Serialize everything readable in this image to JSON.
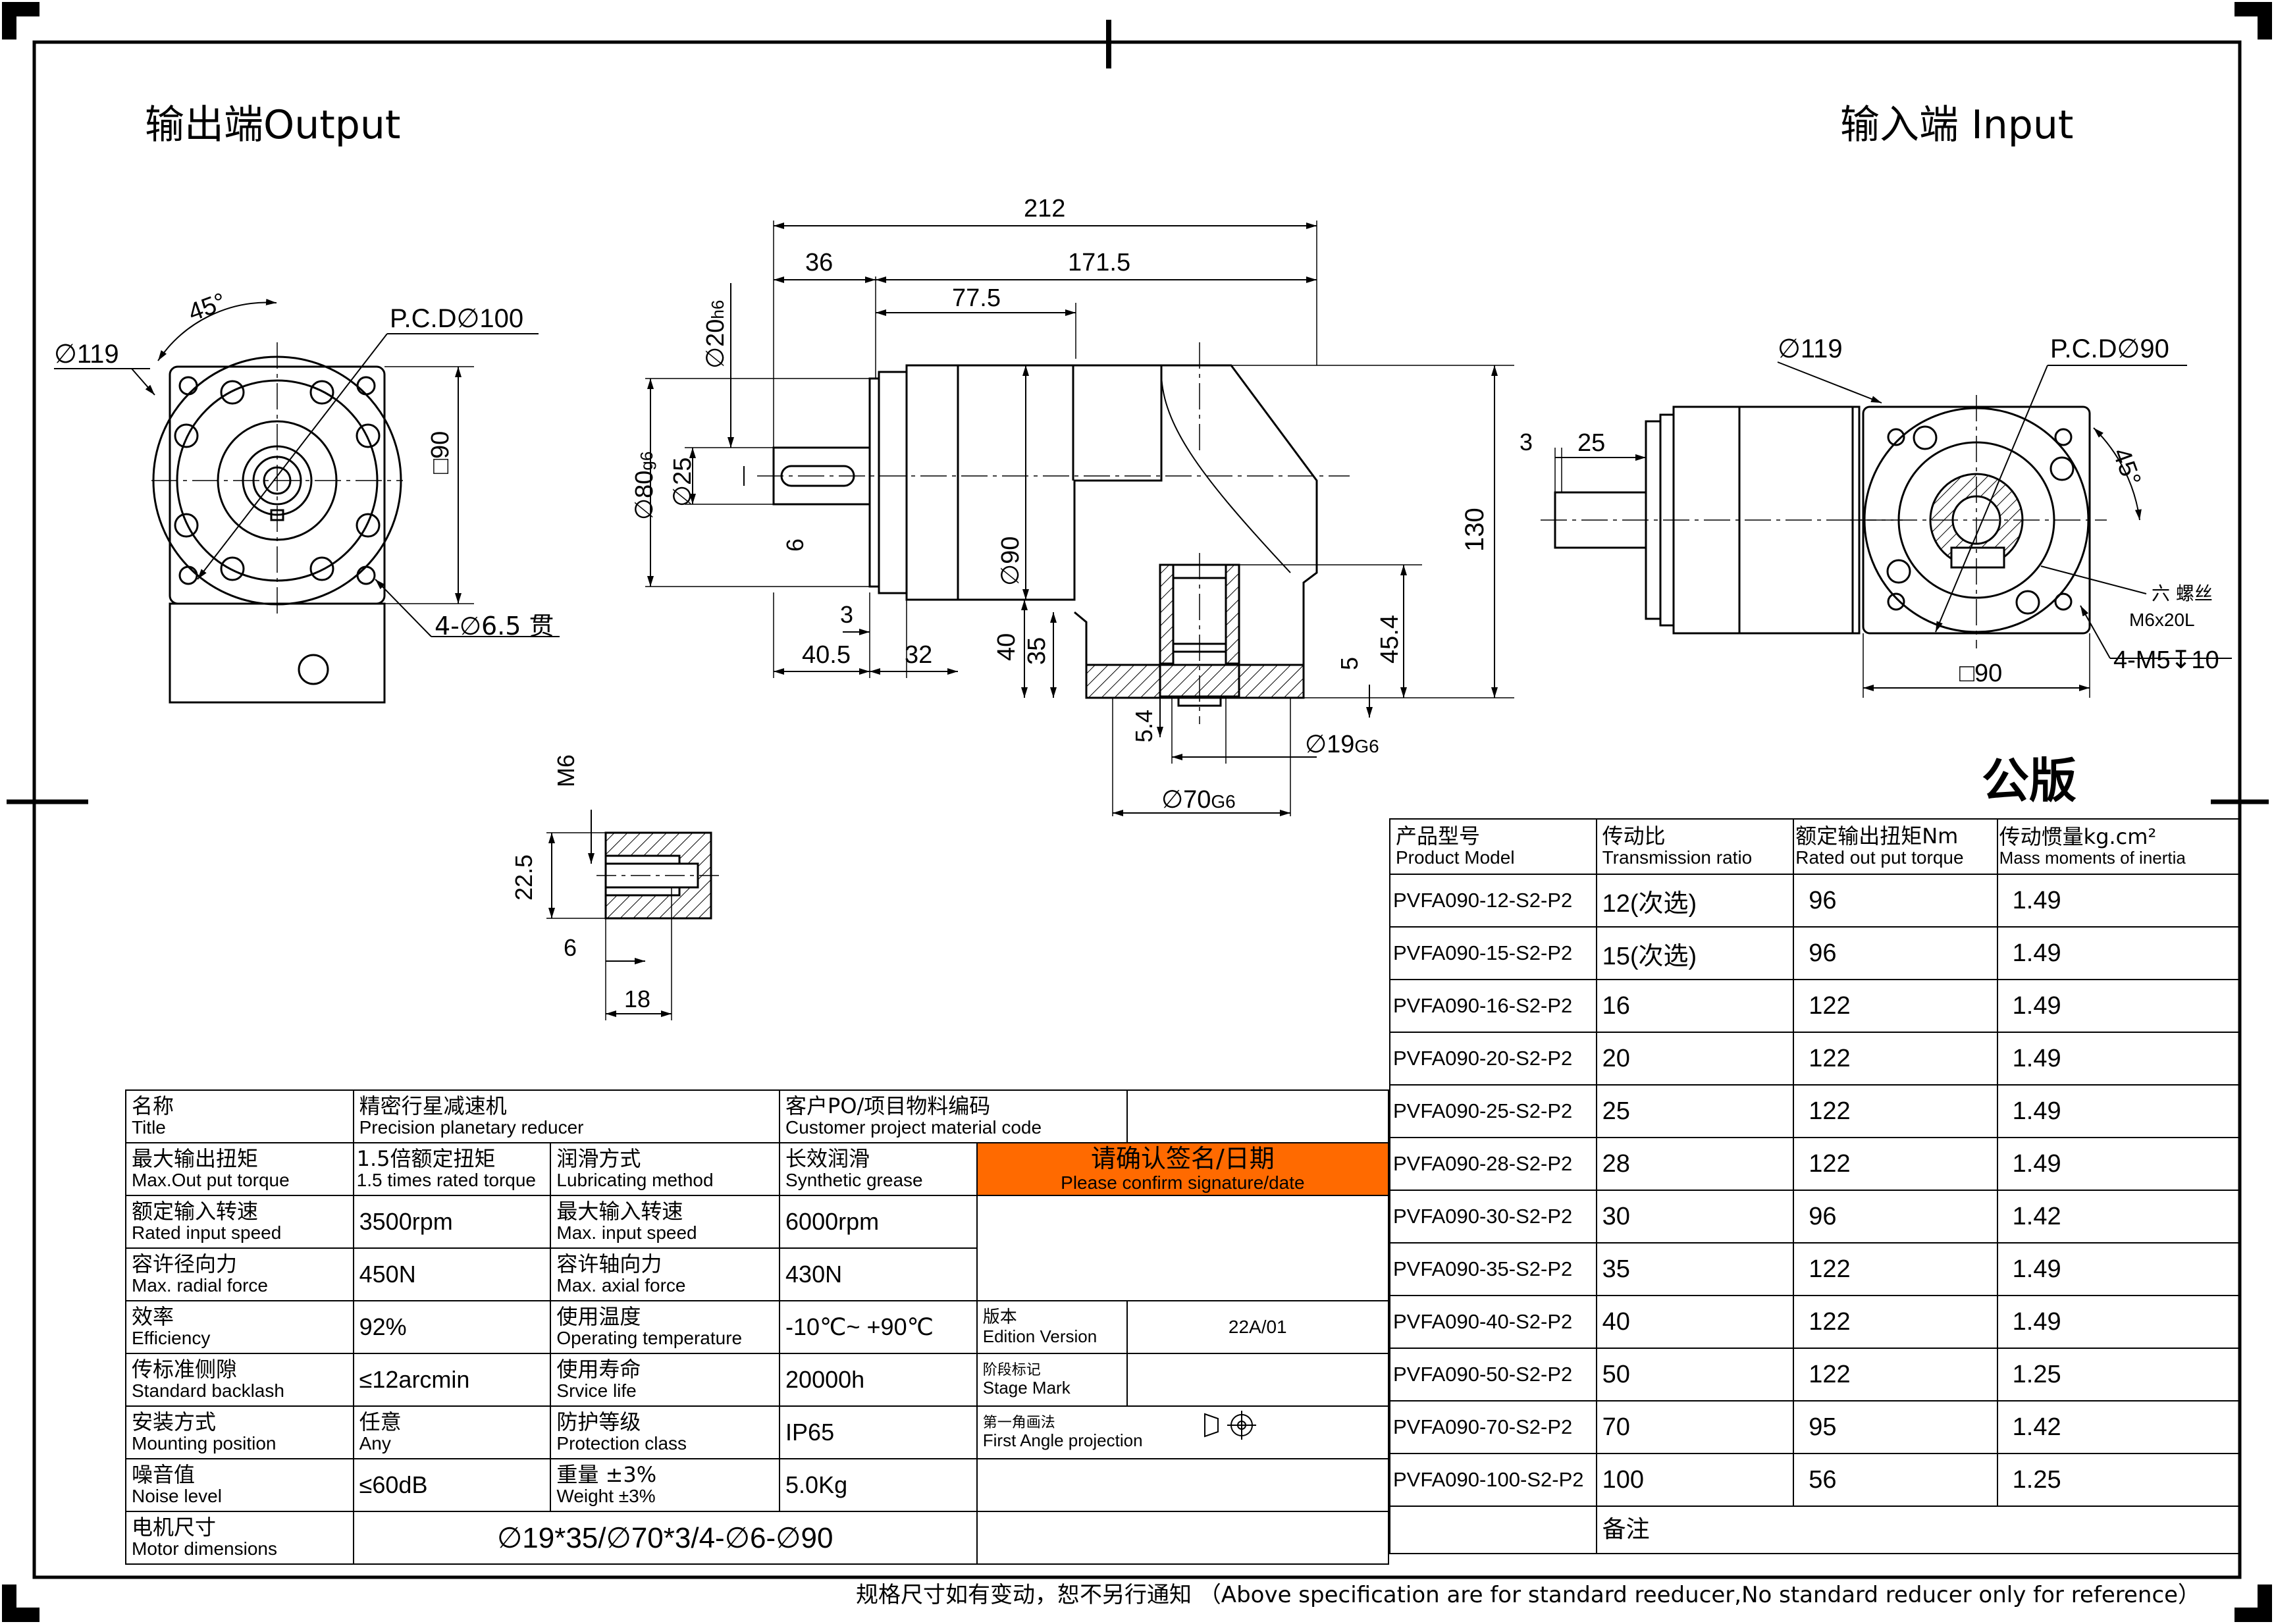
{
  "drawing": {
    "output_title": "输出端Output",
    "input_title": "输入端 Input",
    "public_version": "公版",
    "footer_note": "规格尺寸如有变动，恕不另行通知 （Above specification are for standard reeducer,No standard reducer only for reference）",
    "output_view": {
      "angle": "45°",
      "dia_outer": "∅119",
      "pcd": "P.C.D∅100",
      "square": "□90",
      "holes": "4-∅6.5 贯"
    },
    "side_view": {
      "total_length": "212",
      "d36": "36",
      "d171_5": "171.5",
      "d77_5": "77.5",
      "shaft_dia": "∅20",
      "shaft_tol": "h6",
      "pilot_dia": "∅80",
      "pilot_tol": "g6",
      "dia25": "∅25",
      "key6": "6",
      "dia90": "∅90",
      "h130": "130",
      "d3": "3",
      "d40_5": "40.5",
      "d32": "32",
      "d40": "40",
      "d35": "35",
      "d5": "5",
      "d45_4": "45.4",
      "d5_4": "5.4",
      "dia19": "∅19",
      "dia19_tol": "G6",
      "dia70": "∅70",
      "dia70_tol": "G6"
    },
    "thread_detail": {
      "thread": "M6",
      "d22_5": "22.5",
      "d6": "6",
      "d18": "18"
    },
    "input_view": {
      "dia_outer": "∅119",
      "pcd": "P.C.D∅90",
      "d3": "3",
      "d25": "25",
      "angle": "45°",
      "screw_label": "六  螺丝",
      "screw_size": "M6x20L",
      "square": "□90",
      "holes": "4-M5↧10"
    }
  },
  "ratio_table": {
    "headers": [
      {
        "zh": "产品型号",
        "en": "Product Model"
      },
      {
        "zh": "传动比",
        "en": "Transmission ratio"
      },
      {
        "zh": "额定输出扭矩Nm",
        "en": "Rated out put torque"
      },
      {
        "zh": "传动惯量kg.cm²",
        "en": "Mass moments of inertia"
      }
    ],
    "rows": [
      {
        "model": "PVFA090-12-S2-P2",
        "ratio": "12(次选)",
        "torque": "96",
        "inertia": "1.49"
      },
      {
        "model": "PVFA090-15-S2-P2",
        "ratio": "15(次选)",
        "torque": "96",
        "inertia": "1.49"
      },
      {
        "model": "PVFA090-16-S2-P2",
        "ratio": "16",
        "torque": "122",
        "inertia": "1.49"
      },
      {
        "model": "PVFA090-20-S2-P2",
        "ratio": "20",
        "torque": "122",
        "inertia": "1.49"
      },
      {
        "model": "PVFA090-25-S2-P2",
        "ratio": "25",
        "torque": "122",
        "inertia": "1.49"
      },
      {
        "model": "PVFA090-28-S2-P2",
        "ratio": "28",
        "torque": "122",
        "inertia": "1.49"
      },
      {
        "model": "PVFA090-30-S2-P2",
        "ratio": "30",
        "torque": "96",
        "inertia": "1.42"
      },
      {
        "model": "PVFA090-35-S2-P2",
        "ratio": "35",
        "torque": "122",
        "inertia": "1.49"
      },
      {
        "model": "PVFA090-40-S2-P2",
        "ratio": "40",
        "torque": "122",
        "inertia": "1.49"
      },
      {
        "model": "PVFA090-50-S2-P2",
        "ratio": "50",
        "torque": "122",
        "inertia": "1.25"
      },
      {
        "model": "PVFA090-70-S2-P2",
        "ratio": "70",
        "torque": "95",
        "inertia": "1.42"
      },
      {
        "model": "PVFA090-100-S2-P2",
        "ratio": "100",
        "torque": "56",
        "inertia": "1.25"
      }
    ],
    "remarks": "备注"
  },
  "spec_table": {
    "title_zh": "名称",
    "title_en": "Title",
    "title_val_zh": "精密行星减速机",
    "title_val_en": "Precision planetary reducer",
    "cust_zh": "客户PO/项目物料编码",
    "cust_en": "Customer project material code",
    "max_out_zh": "最大输出扭矩",
    "max_out_en": "Max.Out put torque",
    "max_out_val_zh": "1.5倍额定扭矩",
    "max_out_val_en": "1.5 times rated torque",
    "lub_zh": "润滑方式",
    "lub_en": "Lubricating method",
    "lub_val_zh": "长效润滑",
    "lub_val_en": "Synthetic grease",
    "confirm_zh": "请确认签名/日期",
    "confirm_en": "Please confirm signature/date",
    "rated_in_zh": "额定输入转速",
    "rated_in_en": "Rated input speed",
    "rated_in_val": "3500rpm",
    "max_in_zh": "最大输入转速",
    "max_in_en": "Max. input speed",
    "max_in_val": "6000rpm",
    "radial_zh": "容许径向力",
    "radial_en": "Max. radial force",
    "radial_val": "450N",
    "axial_zh": "容许轴向力",
    "axial_en": "Max. axial force",
    "axial_val": "430N",
    "eff_zh": "效率",
    "eff_en": "Efficiency",
    "eff_val": "92%",
    "temp_zh": "使用温度",
    "temp_en": "Operating temperature",
    "temp_val": "-10℃~ +90℃",
    "backlash_zh": "传标准侧隙",
    "backlash_en": "Standard backlash",
    "backlash_val": "≤12arcmin",
    "life_zh": "使用寿命",
    "life_en": "Srvice life",
    "life_val": "20000h",
    "mount_zh": "安装方式",
    "mount_en": "Mounting position",
    "mount_val_zh": "任意",
    "mount_val_en": "Any",
    "protect_zh": "防护等级",
    "protect_en": "Protection class",
    "protect_val": "IP65",
    "noise_zh": "噪音值",
    "noise_en": "Noise level",
    "noise_val": "≤60dB",
    "weight_zh": "重量 ±3%",
    "weight_en": "Weight ±3%",
    "weight_val": "5.0Kg",
    "motor_zh": "电机尺寸",
    "motor_en": "Motor dimensions",
    "motor_val": "∅19*35/∅70*3/4-∅6-∅90",
    "edition_zh": "版本",
    "edition_en": "Edition Version",
    "edition_val": "22A/01",
    "stage_zh": "阶段标记",
    "stage_en": "Stage Mark",
    "proj_zh": "第一角画法",
    "proj_en": "First Angle projection",
    "confirm_color": "#ff6a00"
  }
}
